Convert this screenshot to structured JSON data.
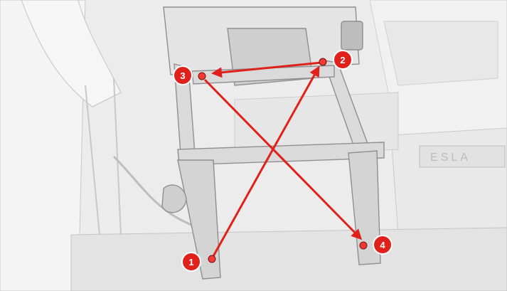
{
  "diagram": {
    "accent_color": "#e0201b",
    "callouts": [
      {
        "id": "1",
        "label": "1"
      },
      {
        "id": "2",
        "label": "2"
      },
      {
        "id": "3",
        "label": "3"
      },
      {
        "id": "4",
        "label": "4"
      }
    ],
    "badge_text": "ESLA",
    "sequence": [
      "1",
      "2",
      "3",
      "4"
    ]
  }
}
